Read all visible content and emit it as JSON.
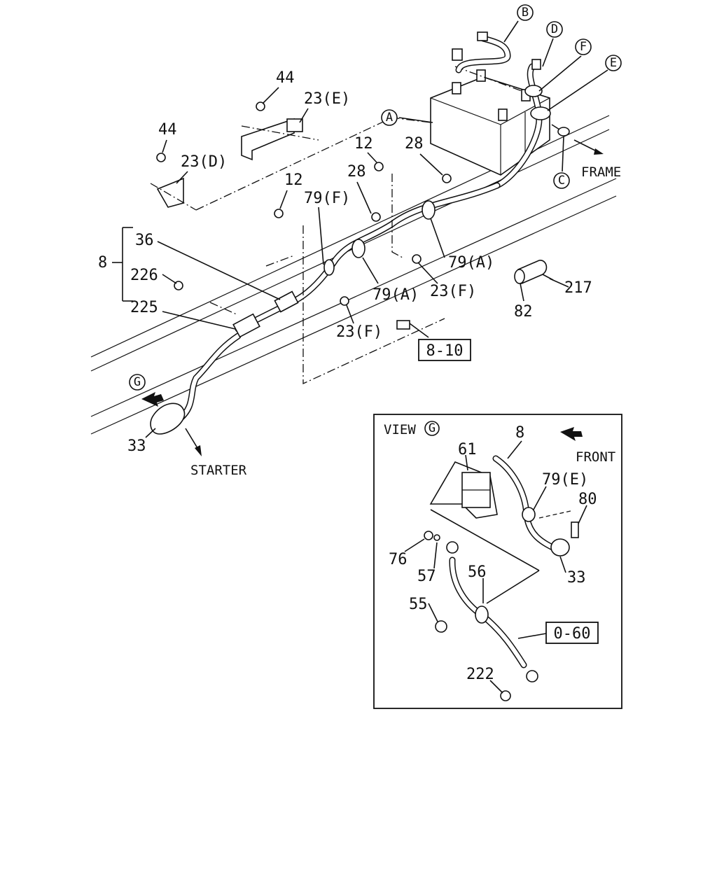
{
  "callouts": {
    "B": "B",
    "D": "D",
    "F": "F",
    "E": "E",
    "A": "A",
    "C": "C",
    "G": "G",
    "G_view": "G"
  },
  "labels": {
    "p44a": "44",
    "p23E": "23(E)",
    "p44b": "44",
    "p23D": "23(D)",
    "p12a": "12",
    "p28a": "28",
    "p28b": "28",
    "p12b": "12",
    "p79F": "79(F)",
    "p36": "36",
    "p8": "8",
    "p226": "226",
    "p225": "225",
    "p79Aa": "79(A)",
    "p79Ab": "79(A)",
    "p23Fa": "23(F)",
    "p23Fb": "23(F)",
    "p217": "217",
    "p82": "82",
    "p33": "33",
    "frame": "FRAME",
    "starter": "STARTER"
  },
  "ref_boxes": {
    "r810": "8-10",
    "r060": "0-60"
  },
  "view": {
    "title": "VIEW",
    "front": "FRONT",
    "p61": "61",
    "p8": "8",
    "p79E": "79(E)",
    "p80": "80",
    "p76": "76",
    "p57": "57",
    "p56": "56",
    "p55": "55",
    "p33": "33",
    "p222": "222"
  }
}
